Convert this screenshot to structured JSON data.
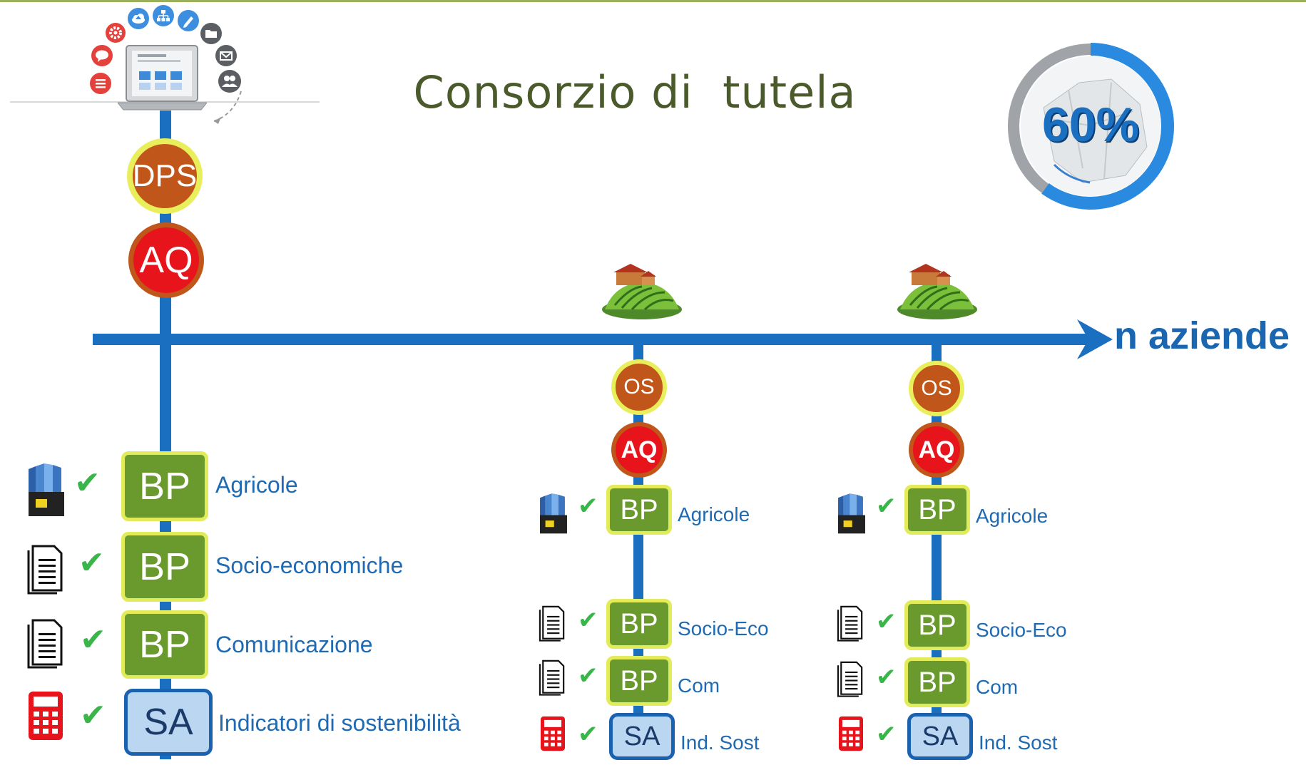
{
  "title": "Consorzio di  tutela",
  "axis_label": "n aziende",
  "percent_badge": "60%",
  "colors": {
    "line_blue": "#1a6fc0",
    "bp_green": "#6a9a2e",
    "bp_border": "#e2ec5a",
    "sa_fill": "#bad6f0",
    "sa_border": "#1a62b0",
    "dps_orange": "#c0561a",
    "aq_red": "#e8141c",
    "title_green": "#4a5a2a",
    "label_blue": "#1f6ab3",
    "check_green": "#39b54a"
  },
  "icons": {
    "top_cluster": [
      "list-icon",
      "chat-icon",
      "gear-icon",
      "cloud-upload-icon",
      "sitemap-icon",
      "pencil-icon",
      "folder-open-icon",
      "envelope-icon",
      "users-icon",
      "laptop-icon"
    ],
    "rows": [
      "binders-icon",
      "document-icon",
      "document-icon",
      "calculator-icon"
    ],
    "farm": "vineyard-farm-icon",
    "check": "checkmark-icon"
  },
  "consorzio": {
    "dps": "DPS",
    "aq": "AQ",
    "rows": [
      {
        "box": "BP",
        "label": "Agricole",
        "check": "✔"
      },
      {
        "box": "BP",
        "label": "Socio-economiche",
        "check": "✔"
      },
      {
        "box": "BP",
        "label": "Comunicazione",
        "check": "✔"
      },
      {
        "box": "SA",
        "label": "Indicatori di sostenibilità",
        "check": "✔"
      }
    ]
  },
  "aziende": [
    {
      "os": "OS",
      "aq": "AQ",
      "rows": [
        {
          "box": "BP",
          "label": "Agricole",
          "check": "✔"
        },
        {
          "box": "BP",
          "label": "Socio-Eco",
          "check": "✔"
        },
        {
          "box": "BP",
          "label": "Com",
          "check": "✔"
        },
        {
          "box": "SA",
          "label": "Ind. Sost",
          "check": "✔"
        }
      ]
    },
    {
      "os": "OS",
      "aq": "AQ",
      "rows": [
        {
          "box": "BP",
          "label": "Agricole",
          "check": "✔"
        },
        {
          "box": "BP",
          "label": "Socio-Eco",
          "check": "✔"
        },
        {
          "box": "BP",
          "label": "Com",
          "check": "✔"
        },
        {
          "box": "SA",
          "label": "Ind. Sost",
          "check": "✔"
        }
      ]
    }
  ]
}
